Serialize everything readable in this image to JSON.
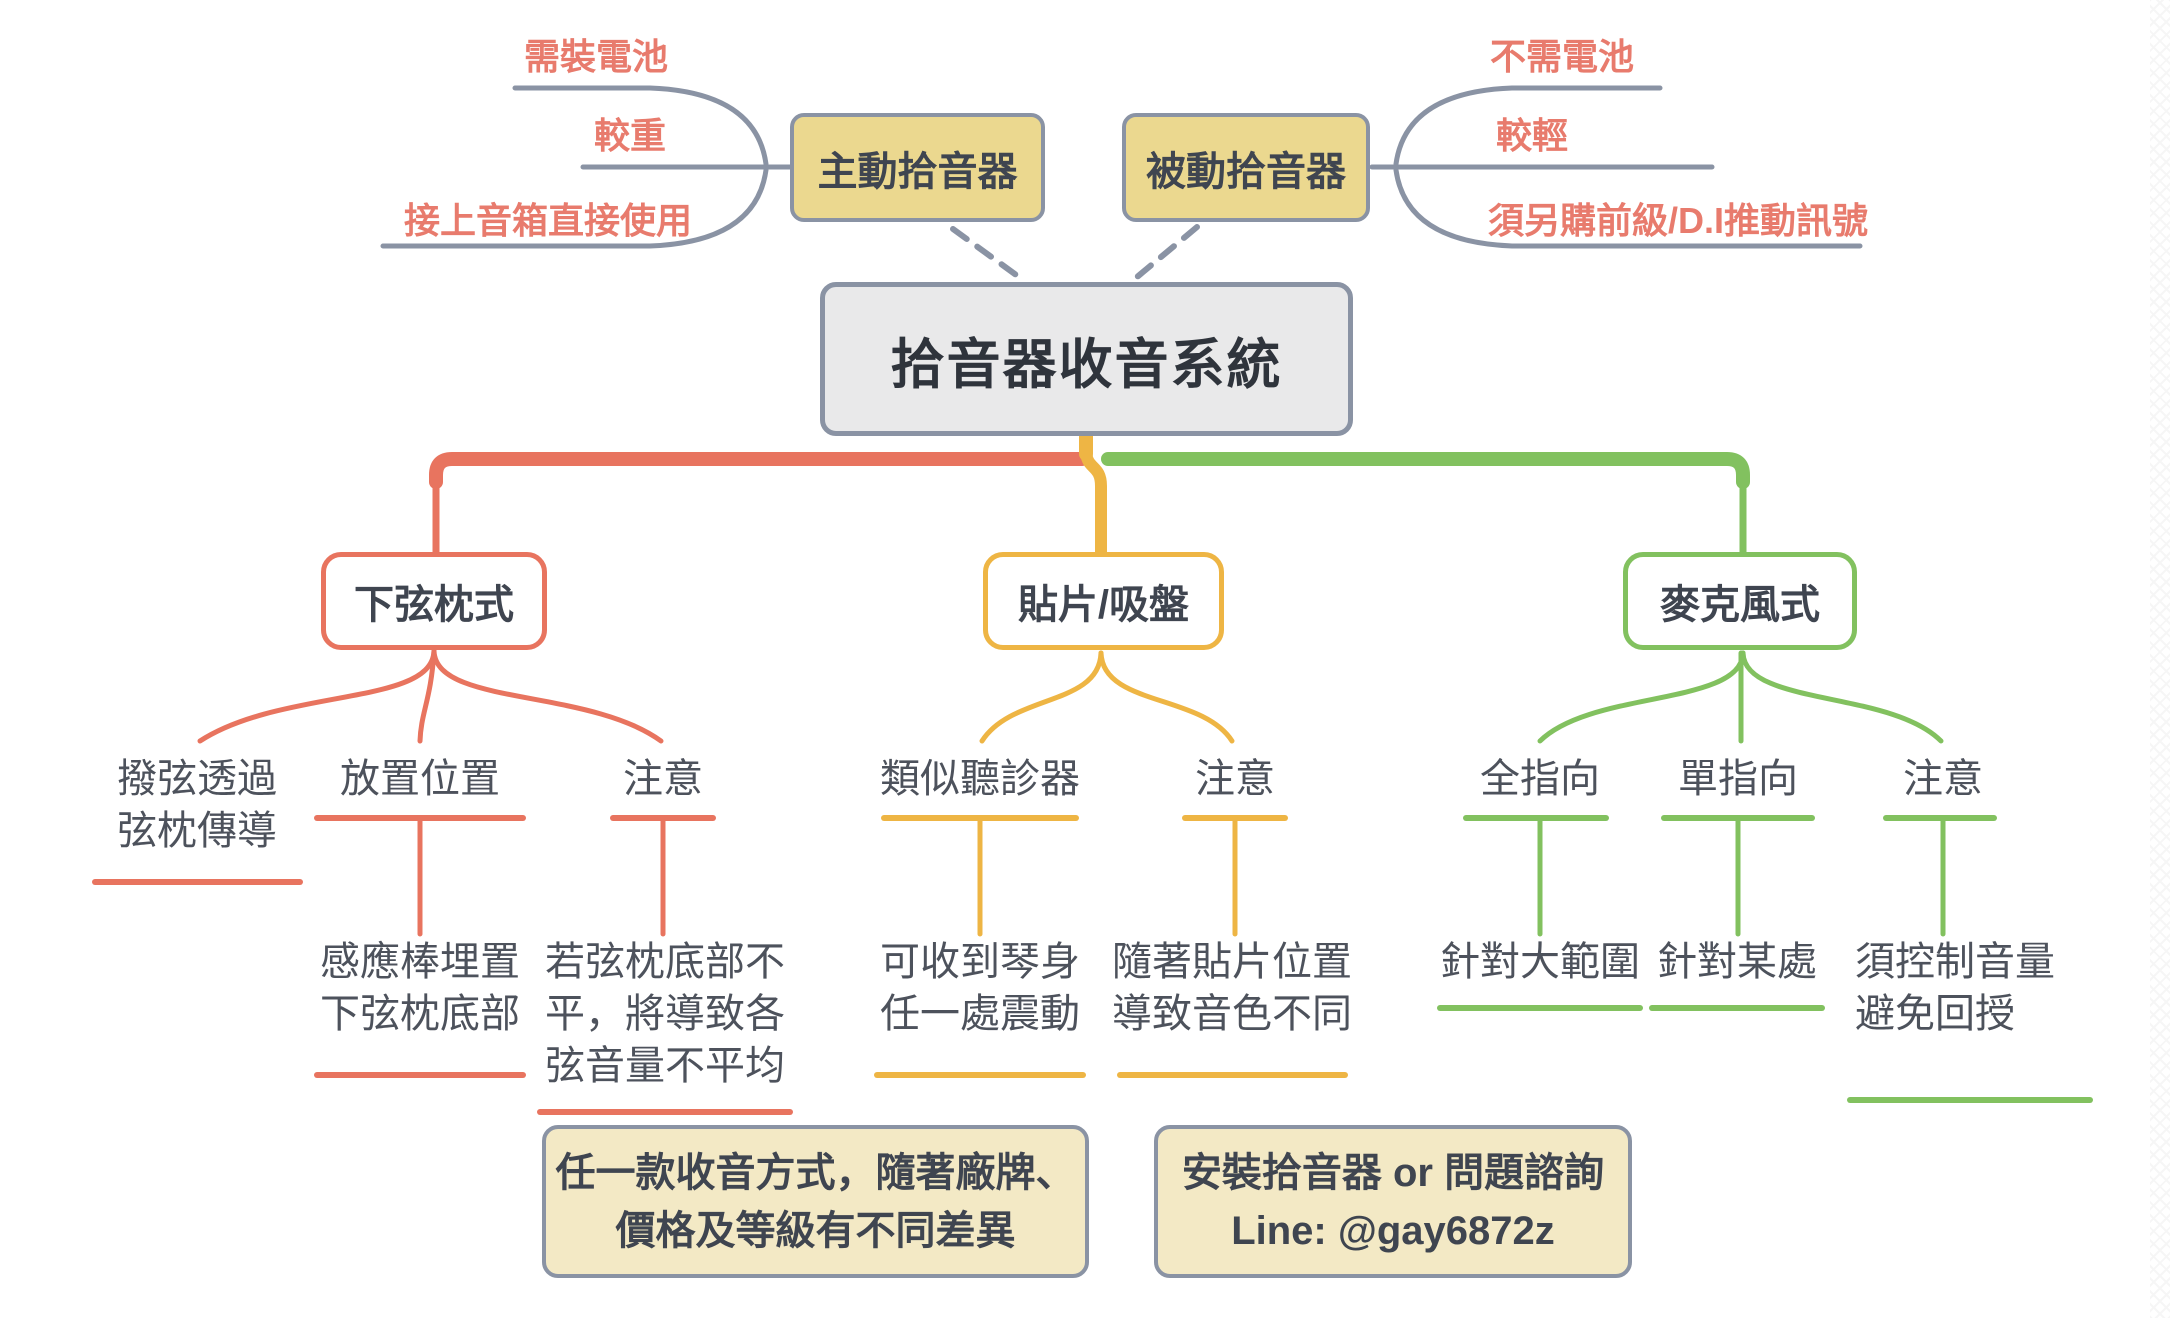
{
  "title": "拾音器收音系統",
  "colors": {
    "background": "#ffffff",
    "branch_red": "#e8745f",
    "branch_yellow": "#eeb544",
    "branch_green": "#82c15f",
    "connector_gray": "#8a93a4",
    "top_node_fill": "#ebd88f",
    "root_node_fill": "#e9e9ea",
    "note_fill": "#f3e9c5",
    "feature_text": "#e87b6d",
    "node_text": "#3f4550",
    "body_text": "#4d525c"
  },
  "active_pickup": {
    "label": "主動拾音器",
    "feature1": "需裝電池",
    "feature2": "較重",
    "feature3": "接上音箱直接使用"
  },
  "passive_pickup": {
    "label": "被動拾音器",
    "feature1": "不需電池",
    "feature2": "較輕",
    "feature3": "須另購前級/D.I推動訊號"
  },
  "saddle": {
    "label": "下弦枕式",
    "child1_line1": "撥弦透過",
    "child1_line2": "弦枕傳導",
    "child2_label": "放置位置",
    "child2_detail1": "感應棒埋置",
    "child2_detail2": "下弦枕底部",
    "child3_label": "注意",
    "child3_detail1": "若弦枕底部不",
    "child3_detail2": "平，將導致各",
    "child3_detail3": "弦音量不平均"
  },
  "patch": {
    "label": "貼片/吸盤",
    "child1_label": "類似聽診器",
    "child1_detail1": "可收到琴身",
    "child1_detail2": "任一處震動",
    "child2_label": "注意",
    "child2_detail1": "隨著貼片位置",
    "child2_detail2": "導致音色不同"
  },
  "mic": {
    "label": "麥克風式",
    "child1_label": "全指向",
    "child1_detail": "針對大範圍",
    "child2_label": "單指向",
    "child2_detail": "針對某處",
    "child3_label": "注意",
    "child3_detail1": "須控制音量",
    "child3_detail2": "避免回授"
  },
  "note_left": {
    "line1": "任一款收音方式，隨著廠牌、",
    "line2": "價格及等級有不同差異"
  },
  "note_right": {
    "line1": "安裝拾音器 or 問題諮詢",
    "line2": "Line: @gay6872z"
  }
}
